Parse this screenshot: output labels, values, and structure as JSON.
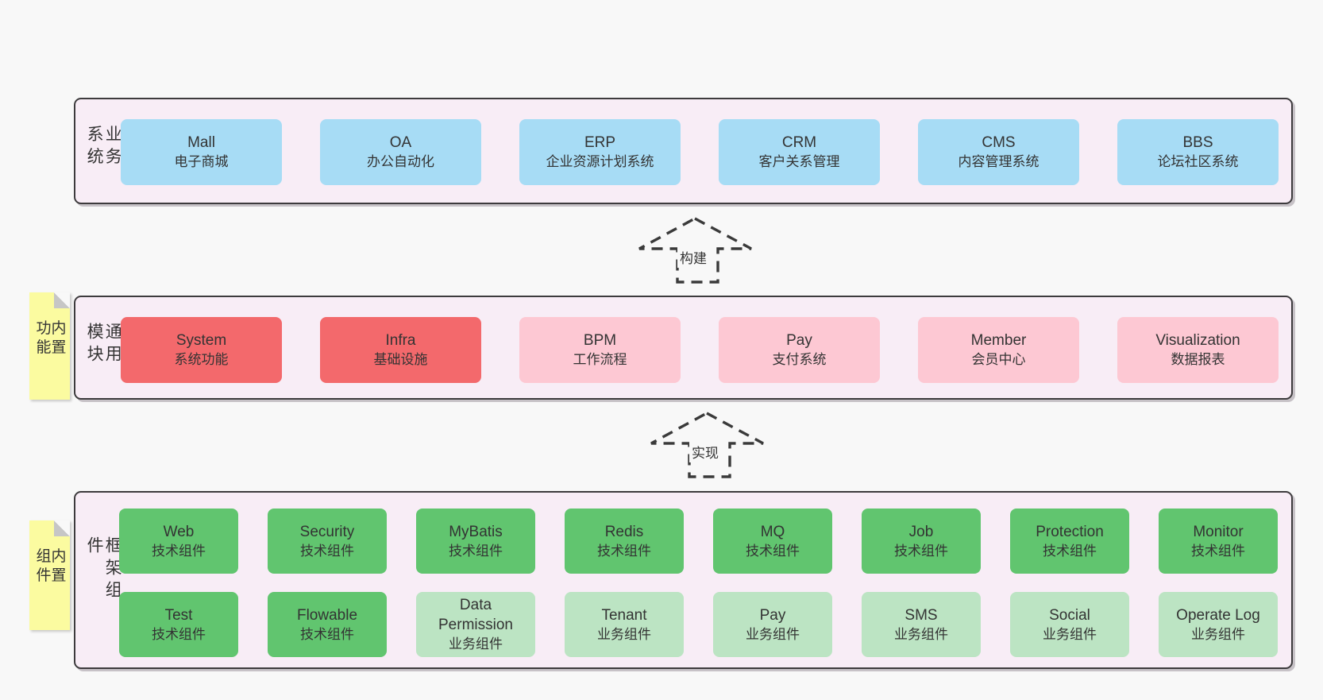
{
  "colors": {
    "page_background": "#f8f8f8",
    "panel_background": "#f8edf6",
    "panel_border": "#3d3b3d",
    "business_box": "#a7dcf5",
    "core_module_box": "#f3696c",
    "optional_module_box": "#fdc8d3",
    "tech_component_box": "#61c56f",
    "biz_component_box": "#bce4c3",
    "sticky_note": "#fbfba0",
    "sticky_fold": "#c6c6c6",
    "text": "#333333",
    "arrow_stroke": "#3a3a3a"
  },
  "business_panel": {
    "side_label": "业务系统",
    "boxes": [
      {
        "title": "Mall",
        "subtitle": "电子商城",
        "variant": "blue"
      },
      {
        "title": "OA",
        "subtitle": "办公自动化",
        "variant": "blue"
      },
      {
        "title": "ERP",
        "subtitle": "企业资源计划系统",
        "variant": "blue"
      },
      {
        "title": "CRM",
        "subtitle": "客户关系管理",
        "variant": "blue"
      },
      {
        "title": "CMS",
        "subtitle": "内容管理系统",
        "variant": "blue"
      },
      {
        "title": "BBS",
        "subtitle": "论坛社区系统",
        "variant": "blue"
      }
    ]
  },
  "arrow_build": {
    "label": "构建"
  },
  "modules_panel": {
    "sticky_label": "内置功能",
    "side_label": "通用模块",
    "boxes": [
      {
        "title": "System",
        "subtitle": "系统功能",
        "variant": "red"
      },
      {
        "title": "Infra",
        "subtitle": "基础设施",
        "variant": "red"
      },
      {
        "title": "BPM",
        "subtitle": "工作流程",
        "variant": "pink"
      },
      {
        "title": "Pay",
        "subtitle": "支付系统",
        "variant": "pink"
      },
      {
        "title": "Member",
        "subtitle": "会员中心",
        "variant": "pink"
      },
      {
        "title": "Visualization",
        "subtitle": "数据报表",
        "variant": "pink"
      }
    ]
  },
  "arrow_implement": {
    "label": "实现"
  },
  "components_panel": {
    "sticky_label": "内置组件",
    "side_label": "框架组件",
    "row1": [
      {
        "title": "Web",
        "subtitle": "技术组件",
        "variant": "green-dark"
      },
      {
        "title": "Security",
        "subtitle": "技术组件",
        "variant": "green-dark"
      },
      {
        "title": "MyBatis",
        "subtitle": "技术组件",
        "variant": "green-dark"
      },
      {
        "title": "Redis",
        "subtitle": "技术组件",
        "variant": "green-dark"
      },
      {
        "title": "MQ",
        "subtitle": "技术组件",
        "variant": "green-dark"
      },
      {
        "title": "Job",
        "subtitle": "技术组件",
        "variant": "green-dark"
      },
      {
        "title": "Protection",
        "subtitle": "技术组件",
        "variant": "green-dark"
      },
      {
        "title": "Monitor",
        "subtitle": "技术组件",
        "variant": "green-dark"
      }
    ],
    "row2": [
      {
        "title": "Test",
        "subtitle": "技术组件",
        "variant": "green-dark"
      },
      {
        "title": "Flowable",
        "subtitle": "技术组件",
        "variant": "green-dark"
      },
      {
        "title": "Data Permission",
        "subtitle": "业务组件",
        "variant": "green-light"
      },
      {
        "title": "Tenant",
        "subtitle": "业务组件",
        "variant": "green-light"
      },
      {
        "title": "Pay",
        "subtitle": "业务组件",
        "variant": "green-light"
      },
      {
        "title": "SMS",
        "subtitle": "业务组件",
        "variant": "green-light"
      },
      {
        "title": "Social",
        "subtitle": "业务组件",
        "variant": "green-light"
      },
      {
        "title": "Operate Log",
        "subtitle": "业务组件",
        "variant": "green-light"
      }
    ]
  }
}
